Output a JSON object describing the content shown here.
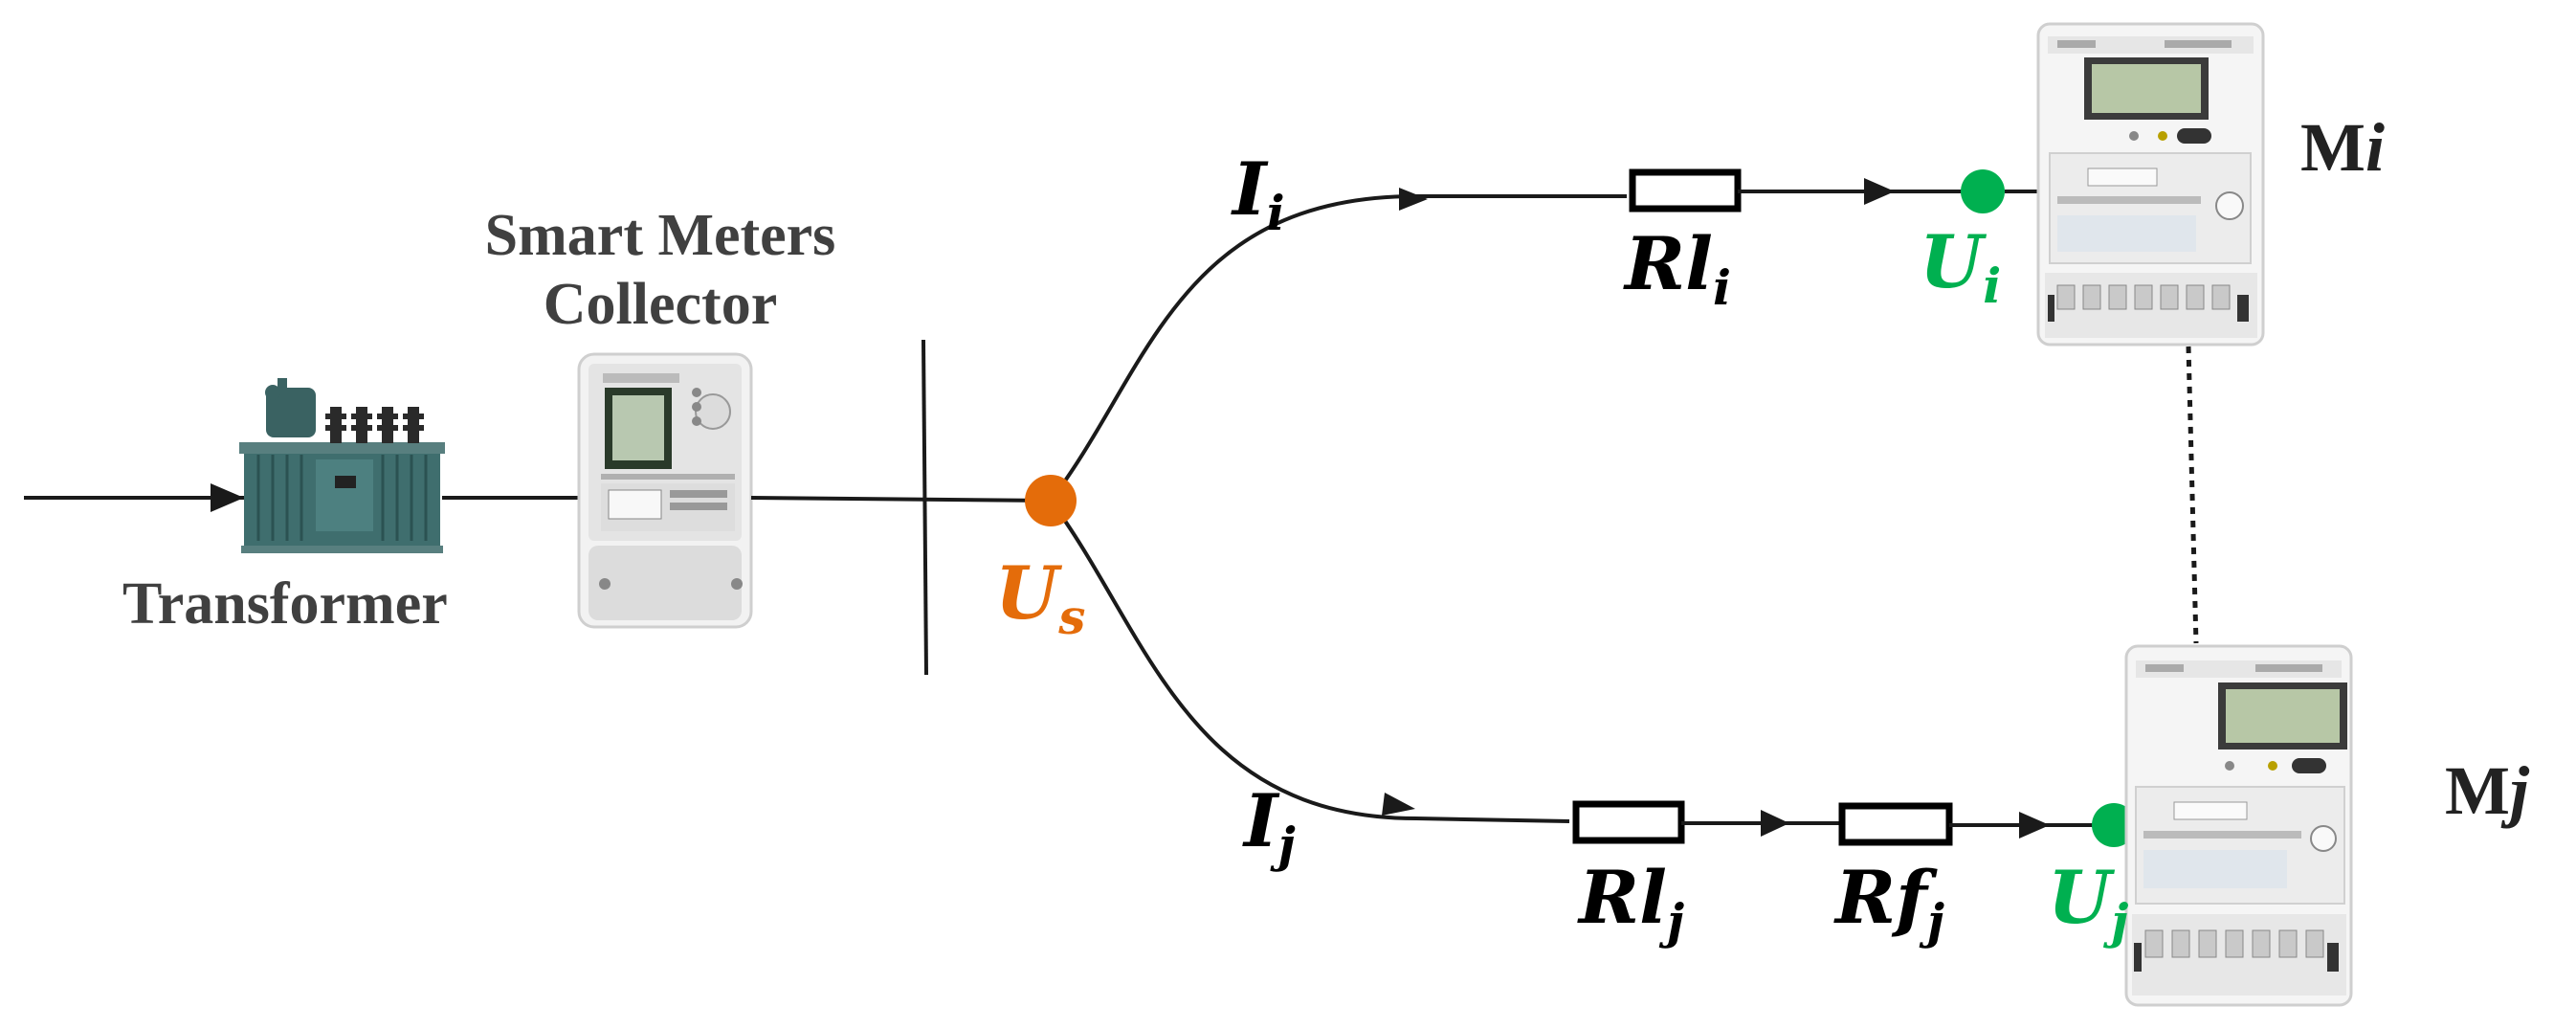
{
  "labels": {
    "collector_line1": "Smart Meters",
    "collector_line2": "Collector",
    "transformer": "Transformer",
    "source_voltage": {
      "main": "U",
      "sub": "s"
    },
    "branch_i_current": {
      "main": "I",
      "sub": "i"
    },
    "branch_j_current": {
      "main": "I",
      "sub": "j"
    },
    "line_resistance_i": {
      "main": "Rl",
      "sub": "i"
    },
    "line_resistance_j": {
      "main": "Rl",
      "sub": "j"
    },
    "fault_resistance_j": {
      "main": "Rf",
      "sub": "j"
    },
    "meter_voltage_i": {
      "main": "U",
      "sub": "i"
    },
    "meter_voltage_j": {
      "main": "U",
      "sub": "j"
    },
    "meter_i_name": {
      "main": "M",
      "sub": "i"
    },
    "meter_j_name": {
      "main": "M",
      "sub": "j"
    }
  },
  "colors": {
    "source_node": "#e46c0a",
    "meter_node": "#00b050",
    "wire": "#1a1a1a",
    "title_text": "#404040"
  },
  "icons": [
    "transformer-icon",
    "collector-meter-icon",
    "smart-meter-icon"
  ]
}
